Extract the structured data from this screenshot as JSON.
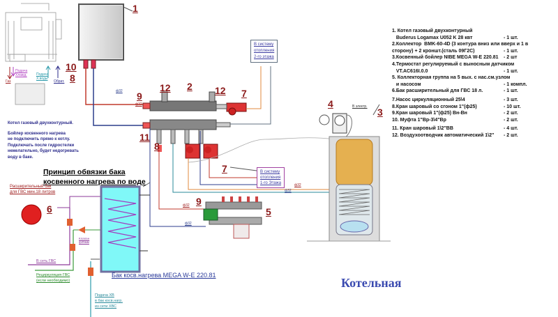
{
  "parts_list": [
    {
      "text": "1. Котел газовый двухконтурный",
      "qty": ""
    },
    {
      "text": "   Buderus Logamax U052 K 28 квт",
      "qty": "- 1 шт."
    },
    {
      "text": "2.Коллектор  BMK-60-4D (3 контура вниз или вверх и 1 в",
      "qty": ""
    },
    {
      "text": "сторону) + 2 кроншт.(сталь 09Г2С)",
      "qty": "- 1 шт."
    },
    {
      "text": "3.Косвенный бойлер NIBE MEGA W-E 220.81",
      "qty": "- 2 шт"
    },
    {
      "text": "4.Термостат регулируемый с выносным датчиком",
      "qty": ""
    },
    {
      "text": "   VT.AC616I.0.0",
      "qty": "- 1 шт."
    },
    {
      "text": "5. Коллекторная группа на 5 вых. с нас.см.узлом",
      "qty": ""
    },
    {
      "text": "   и насосом",
      "qty": "- 1 компл."
    },
    {
      "text": "6.Бак расширительный для ГВС 18 л.",
      "qty": "- 1 шт."
    },
    {
      "text": "7.Насос циркуляционный 25\\4",
      "qty": "- 3 шт."
    },
    {
      "text": "8.Кран шаровый со сгоном 1\"(ф25)",
      "qty": "- 10 шт."
    },
    {
      "text": "9.Кран шаровый 1\"(ф25) Вн-Вн",
      "qty": "- 2 шт."
    },
    {
      "text": "10. Муфта 1\"Вр-3\\4\"Вр",
      "qty": "- 2 шт."
    },
    {
      "text": "11. Кран шаровый 1\\2\"ВВ",
      "qty": "- 4 шт."
    },
    {
      "text": "12. Воздухоотводчик автоматический 1\\2\"",
      "qty": "- 2 шт."
    }
  ],
  "notes": {
    "line1": "Котел газовый двухконтурный.",
    "line2": "Бойлер косвенного нагрева",
    "line3": "не подключить прямо к котлу.",
    "line4": "Подключать после гидростелки",
    "line5": "нежелательно, будет недогревать",
    "line6": "воду в баке."
  },
  "boiler_schematic": {
    "label_return_heat": "Подача",
    "label_return_heat2": "Хлажд.",
    "label_gas": "Газ",
    "label_supply_cold": "Подача",
    "label_supply_cold2": "Х.воды",
    "label_return": "Обрат."
  },
  "callouts": {
    "n1": "1",
    "n2": "2",
    "n3": "3",
    "n4": "4",
    "n5": "5",
    "n6": "6",
    "n7a": "7",
    "n7b": "7",
    "n8a": "8",
    "n8b": "8",
    "n9a": "9",
    "n9b": "9",
    "n10": "10",
    "n11": "11",
    "n12a": "12",
    "n12b": "12"
  },
  "boxes": {
    "floor2": [
      "В систему",
      "отопления",
      "2-го этажа"
    ],
    "floor1": [
      "В систему",
      "отопления",
      "1-го Этажа"
    ]
  },
  "pipe_labels": {
    "d32a": "ф32",
    "d32b": "ф32",
    "d32c": "ф32",
    "d32d": "ф32",
    "d32e": "ф32",
    "d32f": "ф32"
  },
  "electric_label": "В электр.",
  "tank_heading": [
    "Принцип обвязки бака",
    "косвенного нагрева по воде"
  ],
  "expansion_label": [
    "Расширительный бак",
    "для ГВС  мин.18 литров"
  ],
  "valve_label": [
    "Клапан",
    "ф25мм"
  ],
  "dhw_out_label": "В сеть ГВС",
  "recirc_label": [
    "Рециркуляция ГВС",
    "(если необходимо)"
  ],
  "cold_in_label": [
    "Подача ХВ",
    "в бак косв.нагр.",
    "из сети ХВС"
  ],
  "tank_caption": "Бак косв.нагрева MEGA W-E 220.81",
  "room_title": "Котельная",
  "colors": {
    "hot": "#c0392b",
    "return": "#2c3e8c",
    "orange": "#e08a3c",
    "teal": "#2a8a9a",
    "purple": "#8e3a9a",
    "green": "#3a9a3a",
    "tank_water": "#80f8f8",
    "callout": "#8b1a1a",
    "title": "#3a4ab0"
  }
}
